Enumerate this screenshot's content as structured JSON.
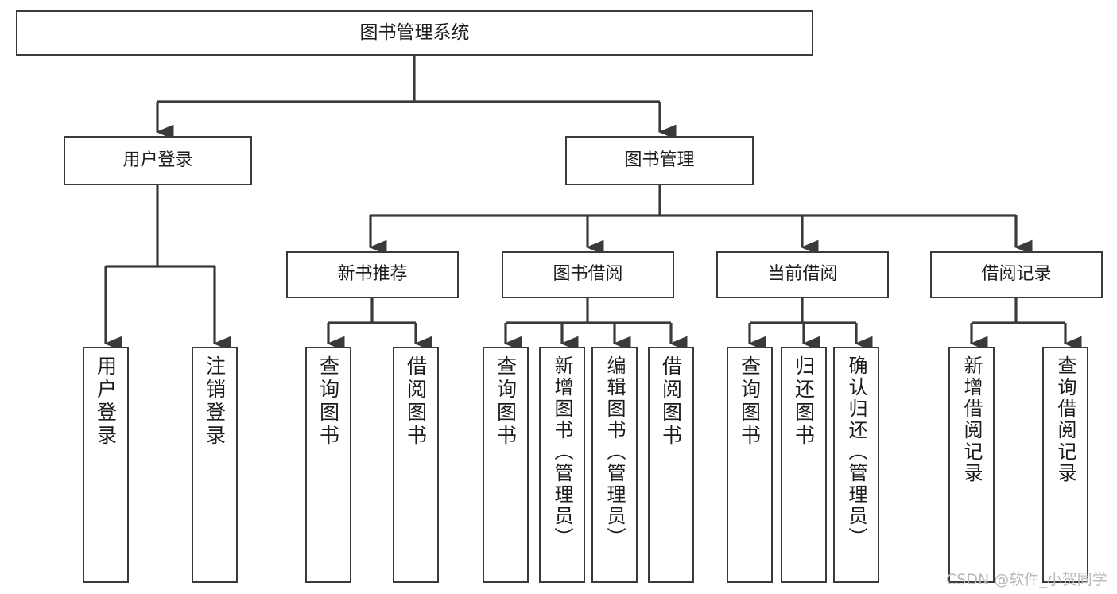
{
  "diagram": {
    "type": "tree-hierarchy",
    "title": "图书管理系统",
    "orientation": "top-down",
    "colors": {
      "background": "#ffffff",
      "stroke": "#3a3a3a",
      "text": "#1c1c1c",
      "watermark": "#b9b9b9"
    },
    "root": {
      "label": "图书管理系统"
    },
    "level1": [
      {
        "id": "user-login",
        "label": "用户登录"
      },
      {
        "id": "book-manage",
        "label": "图书管理"
      }
    ],
    "level2": [
      {
        "id": "new-book-recommend",
        "label": "新书推荐",
        "parent": "book-manage"
      },
      {
        "id": "book-borrow",
        "label": "图书借阅",
        "parent": "book-manage"
      },
      {
        "id": "current-borrow",
        "label": "当前借阅",
        "parent": "book-manage"
      },
      {
        "id": "borrow-record",
        "label": "借阅记录",
        "parent": "book-manage"
      }
    ],
    "leaves": {
      "user-login": [
        {
          "id": "leaf-user-login",
          "label": "用户登录"
        },
        {
          "id": "leaf-logout",
          "label": "注销登录"
        }
      ],
      "new-book-recommend": [
        {
          "id": "leaf-query-book-1",
          "label": "查询图书"
        },
        {
          "id": "leaf-borrow-book-1",
          "label": "借阅图书"
        }
      ],
      "book-borrow": [
        {
          "id": "leaf-query-book-2",
          "label": "查询图书"
        },
        {
          "id": "leaf-add-book",
          "label": "新增图书（管理员）"
        },
        {
          "id": "leaf-edit-book",
          "label": "编辑图书（管理员）"
        },
        {
          "id": "leaf-borrow-book-2",
          "label": "借阅图书"
        }
      ],
      "current-borrow": [
        {
          "id": "leaf-query-book-3",
          "label": "查询图书"
        },
        {
          "id": "leaf-return-book",
          "label": "归还图书"
        },
        {
          "id": "leaf-confirm-return",
          "label": "确认归还（管理员）"
        }
      ],
      "borrow-record": [
        {
          "id": "leaf-add-record",
          "label": "新增借阅记录"
        },
        {
          "id": "leaf-query-record",
          "label": "查询借阅记录"
        }
      ]
    }
  },
  "watermark": {
    "text": "CSDN @软件_小贺同学"
  }
}
